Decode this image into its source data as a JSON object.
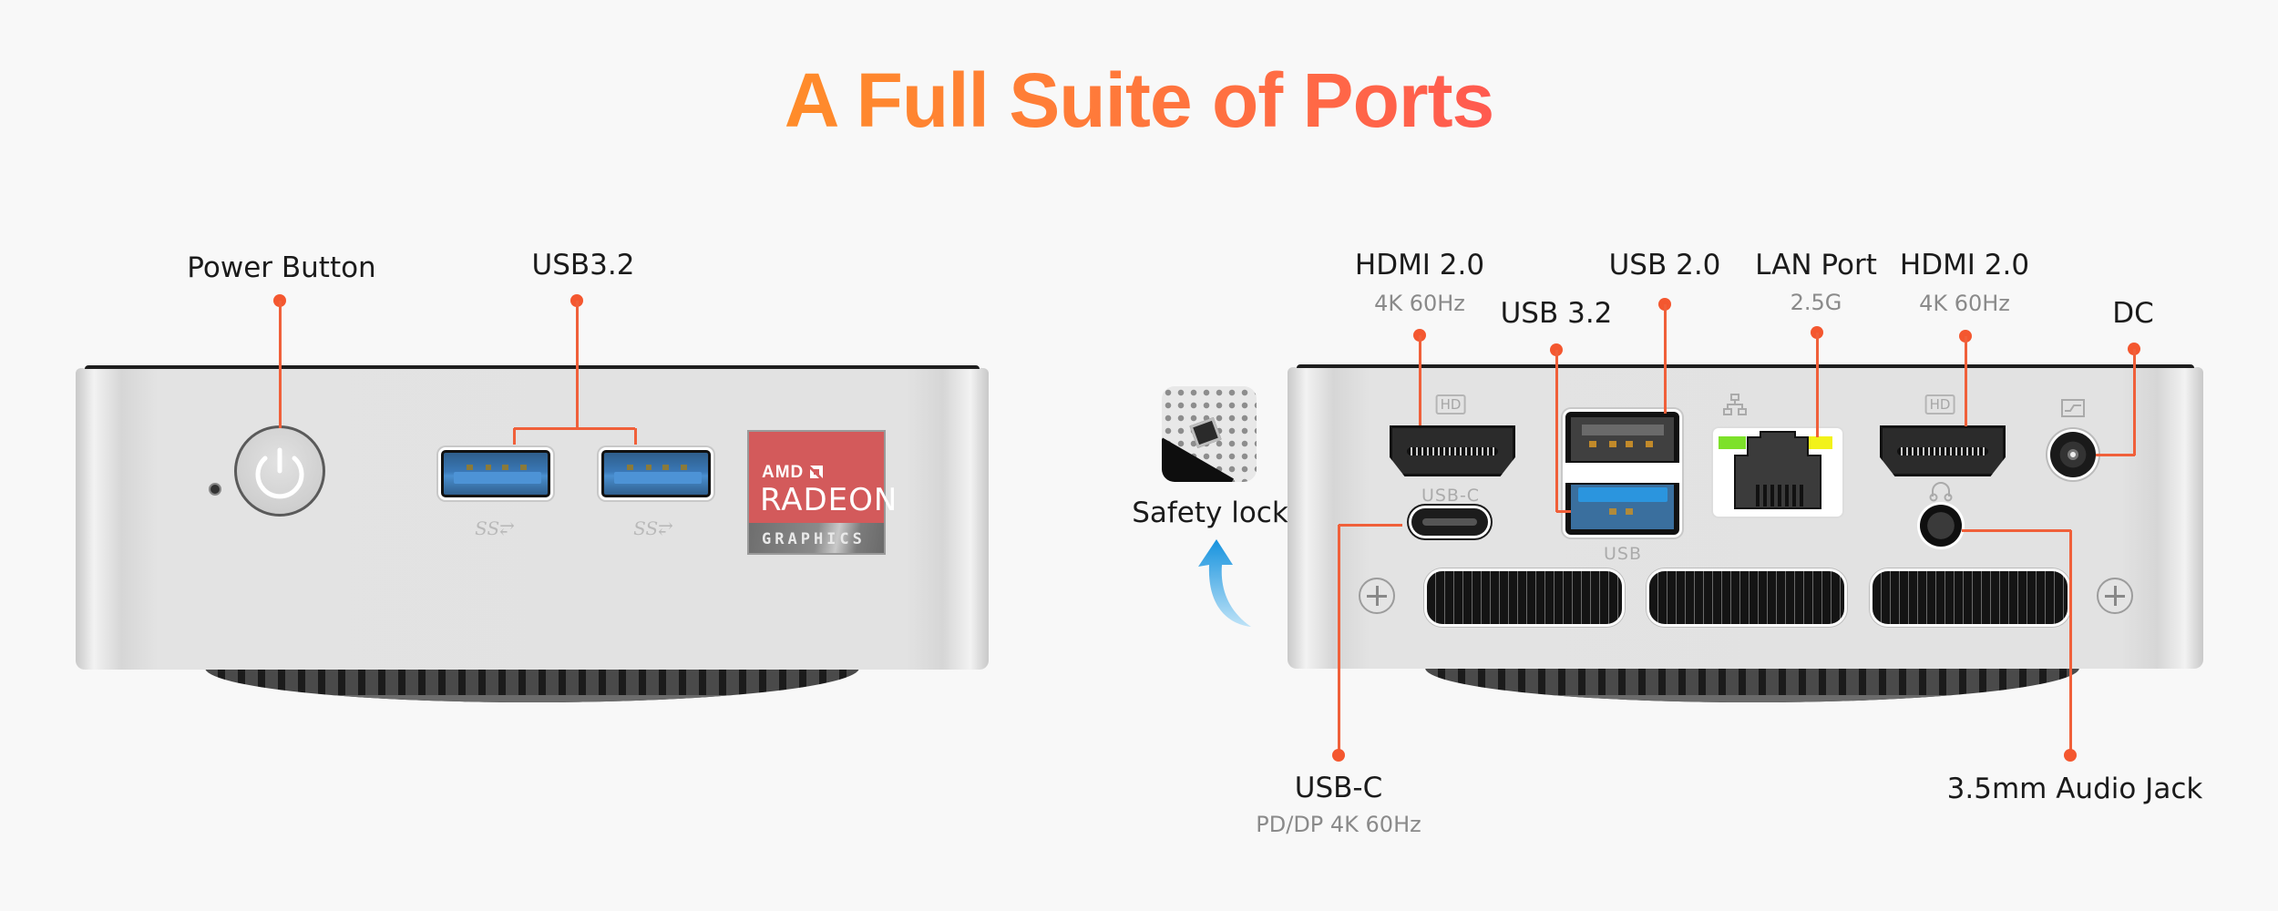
{
  "title": "A Full Suite of Ports",
  "colors": {
    "title_gradient_start": "#ff8c2a",
    "title_gradient_end": "#ff5a50",
    "callout": "#f4572f",
    "usb3_blue": "#3a78b6",
    "badge_red": "#d35a5b",
    "lan_led_left": "#7de12a",
    "lan_led_right": "#f2f21a",
    "safety_arrow": "#1a9be0"
  },
  "front_view": {
    "labels": {
      "power_button": "Power Button",
      "usb32": "USB3.2"
    },
    "usb_ports": [
      {
        "type": "USB 3.2 Type-A",
        "logo": "SS⥂"
      },
      {
        "type": "USB 3.2 Type-A",
        "logo": "SS⥂"
      }
    ],
    "badge": {
      "brand": "AMD",
      "product": "RADEON",
      "line": "GRAPHICS"
    }
  },
  "rear_view": {
    "labels": {
      "hdmi_left": {
        "title": "HDMI 2.0",
        "sub": "4K 60Hz"
      },
      "usb32": {
        "title": "USB 3.2"
      },
      "usb20": {
        "title": "USB 2.0"
      },
      "lan": {
        "title": "LAN Port",
        "sub": "2.5G"
      },
      "hdmi_right": {
        "title": "HDMI 2.0",
        "sub": "4K 60Hz"
      },
      "dc": {
        "title": "DC"
      },
      "usbc": {
        "title": "USB-C",
        "sub": "PD/DP 4K 60Hz"
      },
      "audio": {
        "title": "3.5mm Audio Jack"
      },
      "safety_lock": "Safety lock"
    },
    "port_markings": {
      "hdmi_icon": "HD",
      "usbc_caption": "USB-C",
      "usb_caption": "USB",
      "lan_icon": "network-icon",
      "dc_icon": "power-plug-icon",
      "audio_icon": "headphone-icon"
    }
  }
}
